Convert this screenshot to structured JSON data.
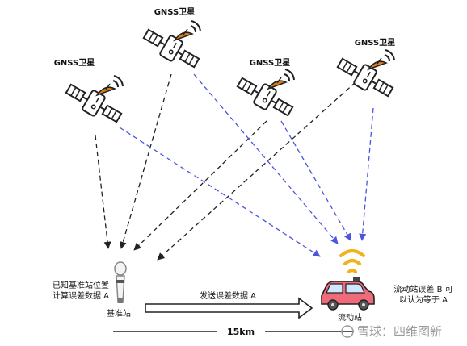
{
  "satellites": [
    {
      "label": "GNSS卫星"
    },
    {
      "label": "GNSS卫星"
    },
    {
      "label": "GNSS卫星"
    },
    {
      "label": "GNSS卫星"
    }
  ],
  "base_station": {
    "label": "基准站",
    "note_line1": "已知基准站位置",
    "note_line2": "计算误差数据 A"
  },
  "rover_station": {
    "label": "流动站",
    "note_line1": "流动站误差 B 可",
    "note_line2": "以认为等于 A"
  },
  "link": {
    "label": "发送误差数据 A"
  },
  "distance": {
    "label": "15km"
  },
  "watermark": {
    "text": "雪球：四维图新"
  },
  "colors": {
    "black_signal": "#222222",
    "blue_signal": "#4b55e0",
    "dish": "#e27d1c",
    "wifi": "#f2b21b",
    "car": "#f06b7a"
  }
}
